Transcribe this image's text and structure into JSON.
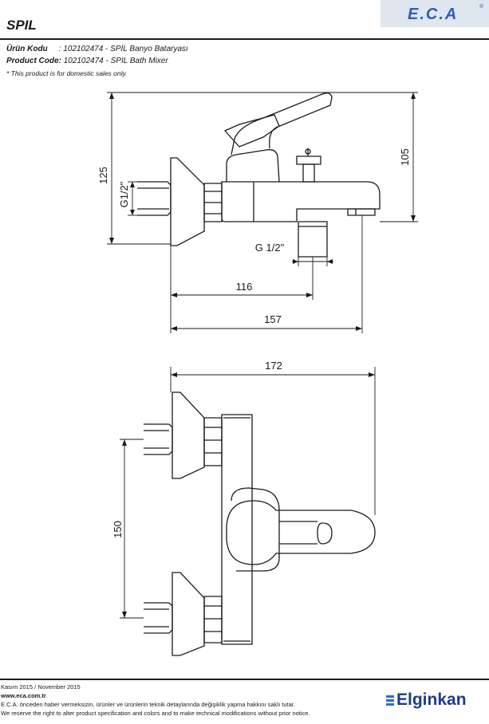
{
  "header": {
    "logo_text": "E.C.A",
    "registered_mark": "®",
    "product_title": "SPIL"
  },
  "product_info": {
    "code_tr_label": "Ürün Kodu",
    "code_tr_value": ": 102102474 - SPİL Banyo Bataryası",
    "code_en_label": "Product Code:",
    "code_en_value": " 102102474 - SPIL Bath Mixer",
    "note": "* This product is for domestic sales only."
  },
  "dimensions": {
    "height_total": "125",
    "height_spout": "105",
    "thread_inlet": "G1/2\"",
    "thread_outlet": "G 1/2\"",
    "depth_spout": "116",
    "depth_total": "157",
    "width_total": "172",
    "center_distance": "150"
  },
  "footer": {
    "date": "Kasım 2015 / November 2015",
    "website": "www.eca.com.tr",
    "disclaimer_tr": "E.C.A. önceden haber vermeksizin, ürünler ve ürünlerin teknik detaylarında değişiklik yapma hakkını saklı tutar.",
    "disclaimer_en": "We reserve the right to alter product specification and colors and to make technical modifications without prior notice.",
    "brand": "Elginkan"
  },
  "colors": {
    "line": "#1a1a1a",
    "logo_bg": "#dfe6ee",
    "logo_text": "#2b5fb4",
    "brand": "#1d3c8a"
  }
}
